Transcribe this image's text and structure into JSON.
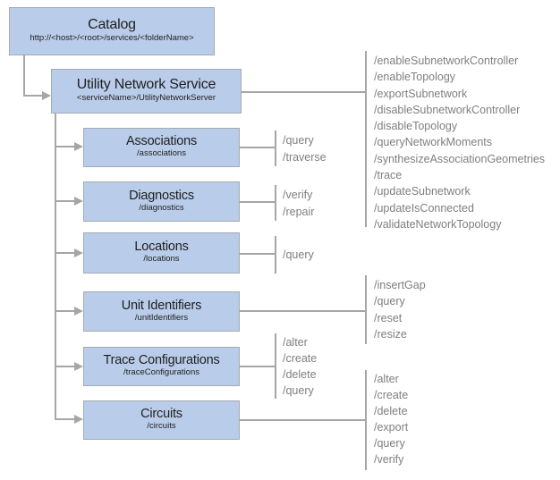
{
  "colors": {
    "box_fill": "#b9cce9",
    "box_border": "#a4aab3",
    "connector_gray": "#a6a6a6",
    "box_text": "#1f1f1f",
    "operations_text": "#7f7f7f",
    "background": "#ffffff"
  },
  "nodes": {
    "catalog": {
      "title": "Catalog",
      "subtitle": "http://<host>/<root>/services/<folderName>"
    },
    "utility_network_service": {
      "title": "Utility Network Service",
      "subtitle": "<serviceName>/UtilityNetworkServer"
    },
    "associations": {
      "title": "Associations",
      "subtitle": "/associations"
    },
    "diagnostics": {
      "title": "Diagnostics",
      "subtitle": "/diagnostics"
    },
    "locations": {
      "title": "Locations",
      "subtitle": "/locations"
    },
    "unit_identifiers": {
      "title": "Unit Identifiers",
      "subtitle": "/unitIdentifiers"
    },
    "trace_configurations": {
      "title": "Trace Configurations",
      "subtitle": "/traceConfigurations"
    },
    "circuits": {
      "title": "Circuits",
      "subtitle": "/circuits"
    }
  },
  "operations": {
    "utility_network_service": [
      "/enableSubnetworkController",
      "/enableTopology",
      "/exportSubnetwork",
      "/disableSubnetworkController",
      "/disableTopology",
      "/queryNetworkMoments",
      "/synthesizeAssociationGeometries",
      "/trace",
      "/updateSubnetwork",
      "/updateIsConnected",
      "/validateNetworkTopology"
    ],
    "associations": [
      "/query",
      "/traverse"
    ],
    "diagnostics": [
      "/verify",
      "/repair"
    ],
    "locations": [
      "/query"
    ],
    "unit_identifiers": [
      "/insertGap",
      "/query",
      "/reset",
      "/resize"
    ],
    "trace_configurations": [
      "/alter",
      "/create",
      "/delete",
      "/query"
    ],
    "circuits": [
      "/alter",
      "/create",
      "/delete",
      "/export",
      "/query",
      "/verify"
    ]
  }
}
